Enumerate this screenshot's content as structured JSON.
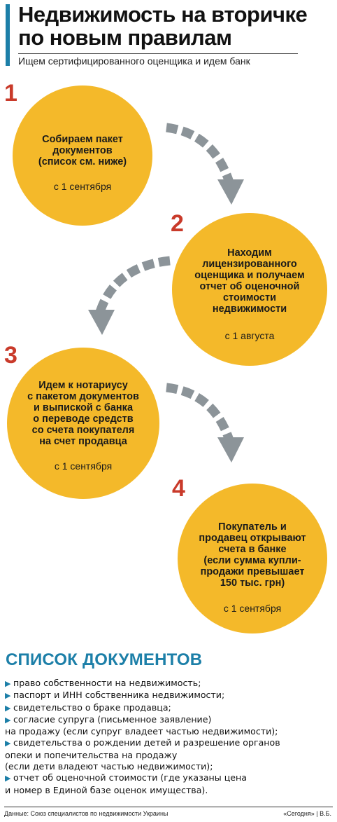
{
  "header": {
    "title_line1": "Недвижимость на вторичке",
    "title_line2": "по новым правилам",
    "subtitle": "Ищем сертифицированного оценщика и идем банк"
  },
  "steps": [
    {
      "number": "1",
      "lines": [
        "Собираем пакет",
        "документов",
        "(список см. ниже)"
      ],
      "date": "с 1 сентября"
    },
    {
      "number": "2",
      "lines": [
        "Находим",
        "лицензированного",
        "оценщика и получаем",
        "отчет об оценочной",
        "стоимости",
        "недвижимости"
      ],
      "date": "с 1 августа"
    },
    {
      "number": "3",
      "lines": [
        "Идем к нотариусу",
        "с пакетом документов",
        "и выпиской с банка",
        "о переводе средств",
        "со счета покупателя",
        "на счет продавца"
      ],
      "date": "с 1 сентября"
    },
    {
      "number": "4",
      "lines": [
        "Покупатель и",
        "продавец открывают",
        "счета в банке",
        "(если сумма купли-",
        "продажи превышает",
        "150 тыс. грн)"
      ],
      "date": "с 1 сентября"
    }
  ],
  "documents": {
    "heading": "СПИСОК ДОКУМЕНТОВ",
    "items": [
      [
        "право собственности на недвижимость;"
      ],
      [
        "паспорт и ИНН собственника недвижимости;"
      ],
      [
        "свидетельство о браке продавца;"
      ],
      [
        "согласие супруга (письменное заявление)",
        "на продажу (если супруг владеет частью недвижимости);"
      ],
      [
        "свидетельства о рождении детей и разрешение органов",
        "опеки и попечительства на продажу",
        "(если дети владеют частью недвижимости);"
      ],
      [
        "отчет об оценочной стоимости (где указаны цена",
        "и номер в Единой базе оценок имущества)."
      ]
    ]
  },
  "footer": {
    "source": "Данные: Союз специалистов по недвижимости Украины",
    "credit": "«Сегодня» | В.Б."
  },
  "colors": {
    "circle": "#f4b92a",
    "number": "#c93a2a",
    "accent": "#1c7fa8",
    "arrow": "#8c9499"
  }
}
